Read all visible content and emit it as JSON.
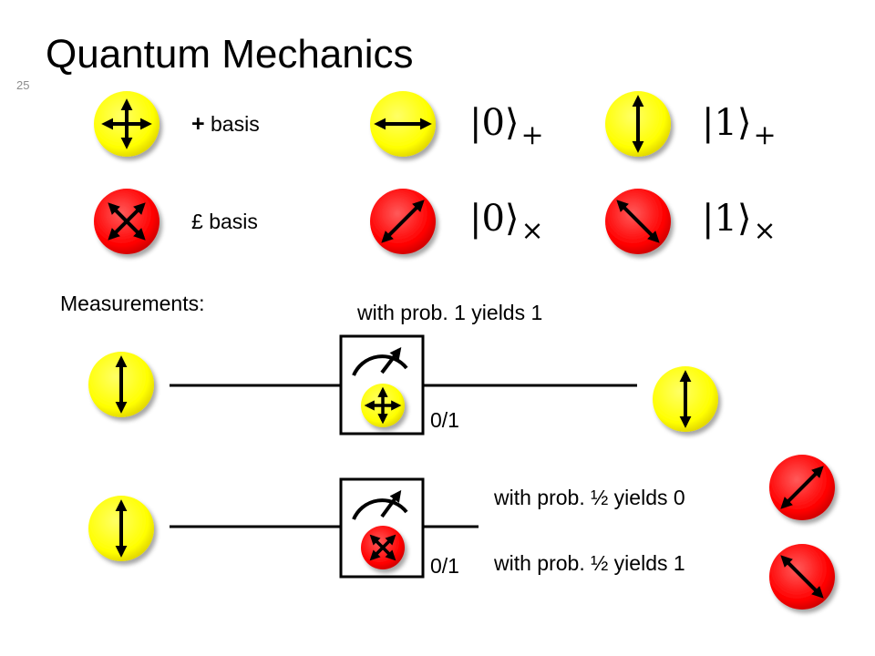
{
  "title": "Quantum Mechanics",
  "slide_number": "25",
  "colors": {
    "yellow": "#ffff00",
    "red": "#ff0000",
    "line": "#000000",
    "text": "#000000"
  },
  "bases": {
    "plus": {
      "symbol": "+",
      "label": "basis",
      "icon": "plus-basis-arrows-icon"
    },
    "cross": {
      "symbol": "£",
      "label": "basis",
      "icon": "cross-basis-arrows-icon"
    }
  },
  "states": {
    "zero_plus": {
      "ket": "|0⟩",
      "sub": "+",
      "icon": "horizontal-arrow-icon"
    },
    "one_plus": {
      "ket": "|1⟩",
      "sub": "+",
      "icon": "vertical-arrow-icon"
    },
    "zero_cross": {
      "ket": "|0⟩",
      "sub": "×",
      "icon": "diagonal-arrow-icon"
    },
    "one_cross": {
      "ket": "|1⟩",
      "sub": "×",
      "icon": "antidiagonal-arrow-icon"
    }
  },
  "measurements": {
    "heading": "Measurements:",
    "row1": {
      "result_text": "with prob. 1 yields 1",
      "output": "0/1"
    },
    "row2": {
      "output": "0/1",
      "result0_text": "with prob. ½ yields 0",
      "result1_text": "with prob. ½ yields 1"
    }
  }
}
